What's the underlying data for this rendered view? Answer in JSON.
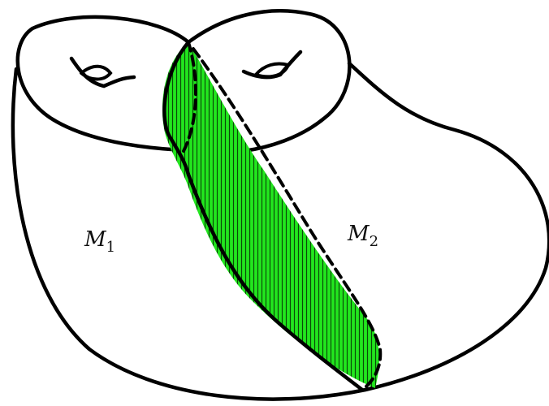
{
  "labels": {
    "m1": {
      "base": "M",
      "sub": "1"
    },
    "m2": {
      "base": "M",
      "sub": "2"
    }
  },
  "colors": {
    "outline": "#000000",
    "region_fill": "#22e61e",
    "region_hatch": "#0a4a08",
    "background": "#ffffff"
  },
  "icons": {
    "handle_left": "genus-handle-icon",
    "handle_right": "genus-handle-icon"
  }
}
